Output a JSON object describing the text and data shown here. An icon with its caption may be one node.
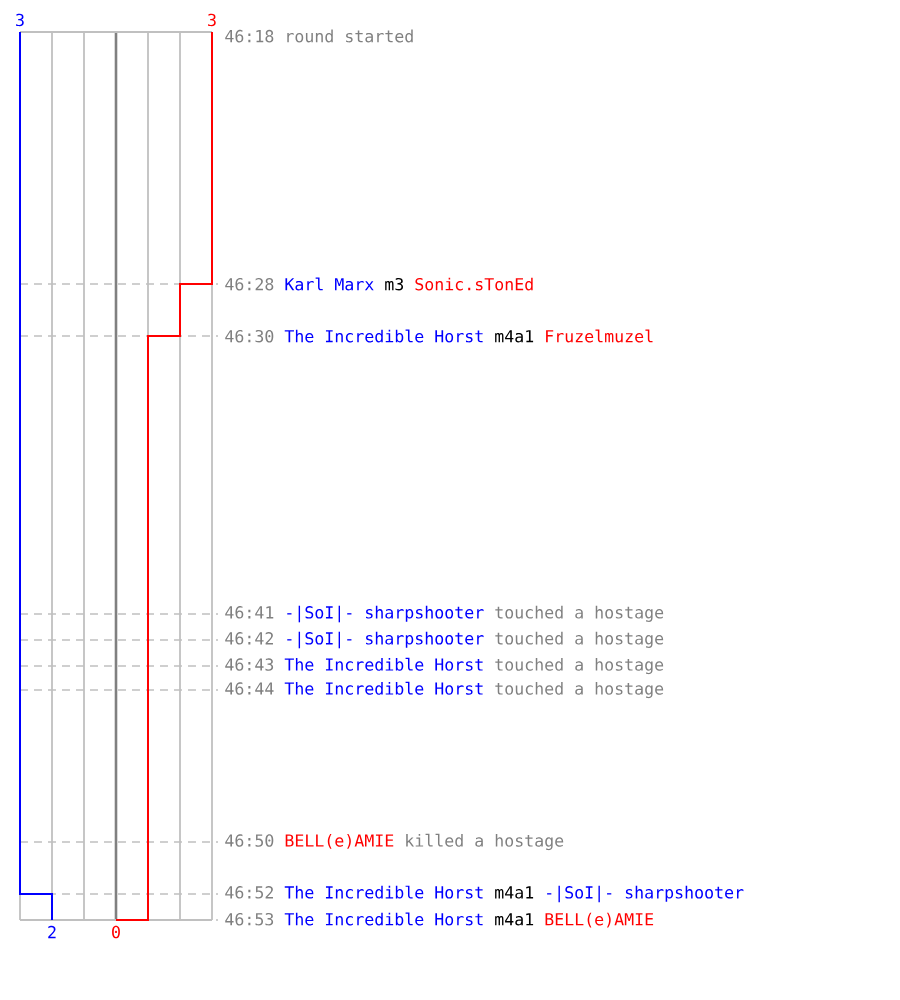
{
  "diagram": {
    "labels": [
      "3",
      "3",
      "46:18",
      "round started",
      "46:28",
      "Karl Marx",
      "m3",
      "Sonic.sTonEd",
      "46:30",
      "The Incredible Horst",
      "m4a1",
      "Fruzelmuzel",
      "46:41",
      "-|SoI|- sharpshooter",
      "touched a hostage",
      "46:42",
      "-|SoI|- sharpshooter",
      "touched a hostage",
      "46:43",
      "The Incredible Horst",
      "touched a hostage",
      "46:44",
      "The Incredible Horst",
      "touched a hostage",
      "46:50",
      "BELL(e)AMIE",
      "killed a hostage",
      "46:52",
      "The Incredible Horst",
      "m4a1",
      "-|SoI|- sharpshooter",
      "46:53",
      "The Incredible Horst",
      "m4a1",
      "BELL(e)AMIE",
      "2",
      "0"
    ]
  }
}
